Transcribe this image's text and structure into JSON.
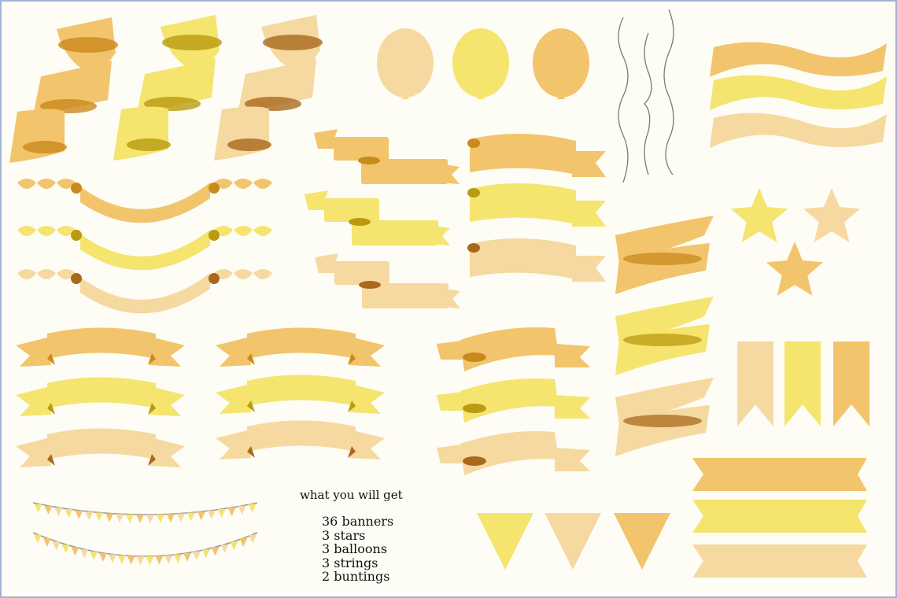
{
  "colors": {
    "orange": "#f2c46c",
    "orange_dark": "#c98a1c",
    "yellow": "#f5e46e",
    "yellow_dark": "#b99a10",
    "cream": "#f6d9a0",
    "cream_dark": "#a9691d",
    "string": "#7a7a7a",
    "background": "#fdfcf5"
  },
  "info": {
    "heading": "what you will get",
    "items": [
      "36 banners",
      "3 stars",
      "3 balloons",
      "3 strings",
      "2 buntings"
    ]
  }
}
